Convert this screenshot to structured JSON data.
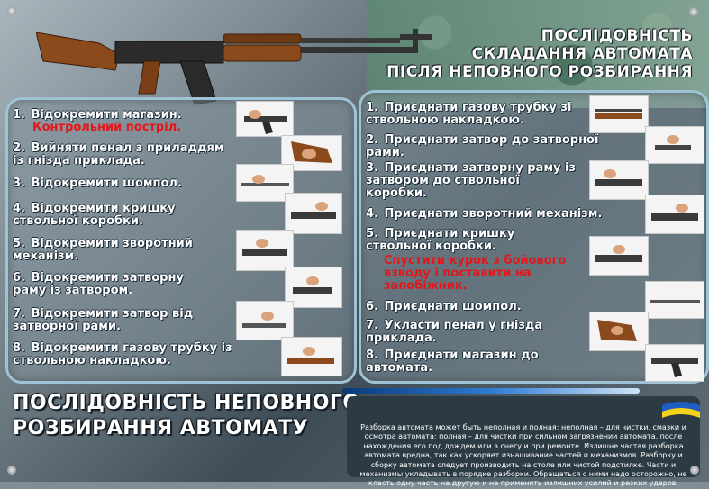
{
  "header": {
    "title_lines": [
      "Послідовність",
      "складання автомата",
      "після неповного розбирання"
    ]
  },
  "left_panel": {
    "steps": [
      {
        "num": "1.",
        "text": "Відокремити магазин.",
        "extra": "Контрольний постріл."
      },
      {
        "num": "2.",
        "text": "Вийняти пенал з приладдям із гнізда приклада."
      },
      {
        "num": "3.",
        "text": "Відокремити шомпол."
      },
      {
        "num": "4.",
        "text": "Відокремити кришку ствольної коробки."
      },
      {
        "num": "5.",
        "text": "Відокремити зворотний механізм."
      },
      {
        "num": "6.",
        "text": "Відокремити затворну раму із затвором."
      },
      {
        "num": "7.",
        "text": "Відокремити затвор від затворної рами."
      },
      {
        "num": "8.",
        "text": "Відокремити газову трубку із ствольною накладкою."
      }
    ]
  },
  "right_panel": {
    "steps": [
      {
        "num": "1.",
        "text": "Приєднати газову трубку зі ствольною накладкою."
      },
      {
        "num": "2.",
        "text": "Приєднати затвор до затворної рами."
      },
      {
        "num": "3.",
        "text": "Приєднати затворну раму із затвором до ствольної коробки."
      },
      {
        "num": "4.",
        "text": "Приєднати зворотний механізм."
      },
      {
        "num": "5.",
        "text": "Приєднати кришку ствольної коробки.",
        "extra": "Спустити курок з бойового взводу і поставити на запобіжник."
      },
      {
        "num": "6.",
        "text": "Приєднати шомпол."
      },
      {
        "num": "7.",
        "text": "Укласти пенал у гнізда приклада."
      },
      {
        "num": "8.",
        "text": "Приєднати магазин до автомата."
      }
    ]
  },
  "footer": {
    "title_lines": [
      "Послідовність неповного",
      "розбирання автомату"
    ],
    "note": "Разборка автомата может быть неполная и полная: неполная – для чистки, смазки и осмотра автомата; полная – для чистки при сильном загрязнении автомата, после нахождения его под дождем или в снегу и при ремонте. Излишне частая разборка автомата вредна, так как ускоряет изнашивание частей и механизмов. Разборку и сборку автомата следует производить на столе или чистой подстилке. Части и механизмы укладывать в порядке разборки. Обращаться с ними надо осторожно, не класть одну часть на другую и не применять излишних усилий и резких ударов."
  },
  "colors": {
    "panel_border": "#9fc3d6",
    "warning_text": "#e4161a",
    "note_bg": "#2c3a44"
  }
}
